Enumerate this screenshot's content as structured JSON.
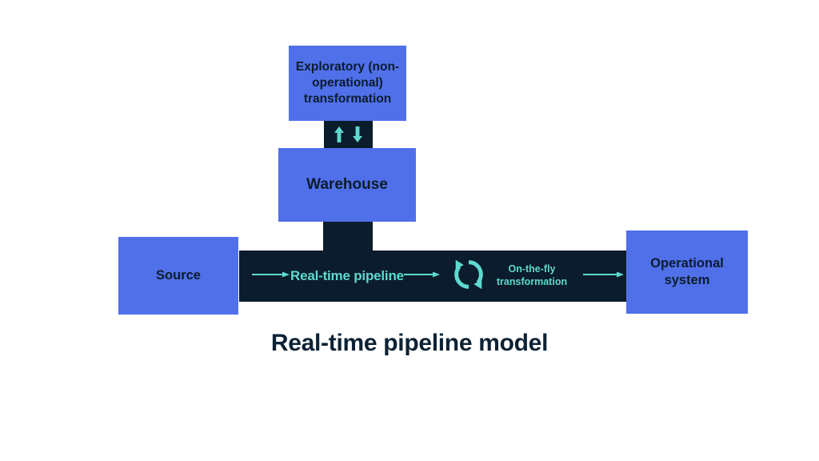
{
  "diagram": {
    "caption": "Real-time pipeline model",
    "colors": {
      "node_blue": "#5070ea",
      "pipeline_navy": "#0b1c2c",
      "accent_teal": "#5fd9cf",
      "caption_text": "#0d2234",
      "background": "#ffffff"
    },
    "nodes": {
      "exploratory": {
        "label": "Exploratory (non-operational) transformation"
      },
      "warehouse": {
        "label": "Warehouse"
      },
      "source": {
        "label": "Source"
      },
      "operational": {
        "label": "Operational system"
      }
    },
    "pipeline": {
      "label": "Real-time pipeline",
      "transformation_label": "On-the-fly transformation"
    },
    "icons": {
      "arrow_up": "arrow-up-icon",
      "arrow_down": "arrow-down-icon",
      "arrow_right": "arrow-right-icon",
      "sync": "sync-circular-arrows-icon"
    }
  }
}
